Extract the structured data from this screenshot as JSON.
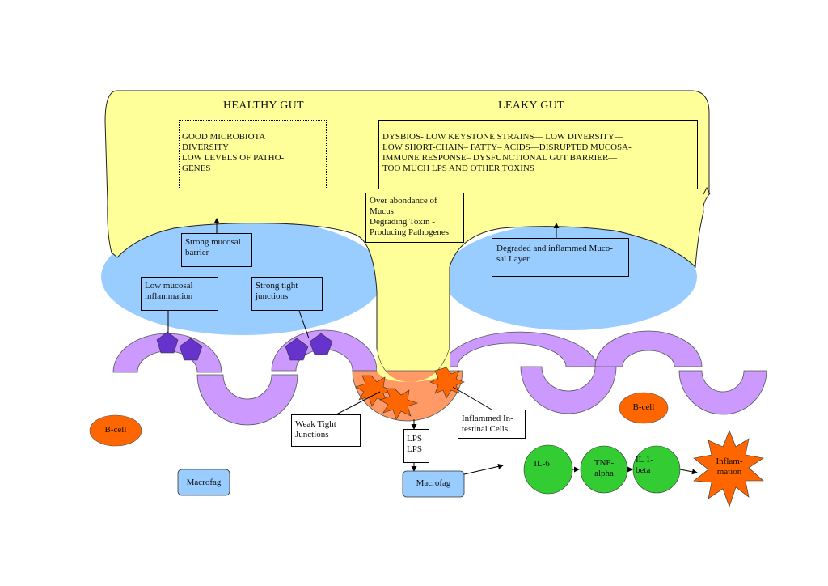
{
  "headings": {
    "healthy": "HEALTHY GUT",
    "leaky": "LEAKY GUT"
  },
  "healthy_info": "GOOD MICROBIOTA\nDIVERSITY\nLOW LEVELS OF PATHO-\nGENES",
  "leaky_info": "DYSBIOS- LOW KEYSTONE STRAINS— LOW DIVERSITY—\nLOW SHORT-CHAIN– FATTY– ACIDS—DISRUPTED MUCOSA-\nIMMUNE RESPONSE– DYSFUNCTIONAL GUT BARRIER—\nTOO MUCH LPS AND OTHER TOXINS",
  "over_abundance": "Over abondance of\nMucus\nDegrading Toxin -\nProducing Pathogenes",
  "strong_mucosal": "Strong mucosal\nbarrier",
  "degraded_mucosal": "Degraded and inflammed Muco-\nsal Layer",
  "low_inflammation": "Low mucosal\ninflammation",
  "strong_tight": "Strong tight\njunctions",
  "weak_tight": "Weak Tight\nJunctions",
  "inflamed_cells": "Inflammed In-\ntestinal Cells",
  "lps": "LPS\nLPS",
  "b_cell_left": "B-cell",
  "b_cell_right": "B-cell",
  "macrofag_left": "Macrofag",
  "macrofag_center": "Macrofag",
  "cytokines": [
    "IL-6",
    "TNF-\nalpha",
    "IL 1-\nbeta"
  ],
  "inflammation": "Inflam-\nmation",
  "colors": {
    "lumen": "#ffff99",
    "mucus": "#99ccff",
    "epithelium": "#cc99ff",
    "tight_junction": "#6633cc",
    "inflamed": "#ff9966",
    "b_cell": "#ff6600",
    "cytokine": "#33cc33",
    "star": "#ff6600"
  }
}
